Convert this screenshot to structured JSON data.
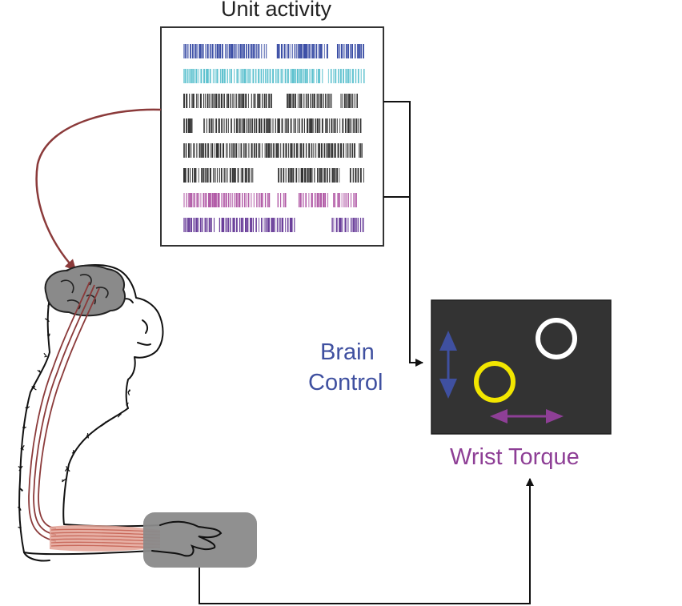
{
  "title": "Unit activity",
  "labels": {
    "brain_line1": "Brain",
    "brain_line2": "Control",
    "wrist": "Wrist Torque"
  },
  "colors": {
    "brain_control": "#3f50a0",
    "wrist_torque": "#8e3f96",
    "raster_rows": [
      "#3c4fa6",
      "#5fc2cf",
      "#333333",
      "#333333",
      "#333333",
      "#333333",
      "#b15aa6",
      "#6a3f9a"
    ],
    "screen_bg": "#333333",
    "target": "#ffffff",
    "cursor": "#f2e600",
    "nerve": "#8b3a3a",
    "muscle": "#d98474",
    "manipulandum": "#8a8a8a"
  },
  "icons": [
    "monkey-outline-icon",
    "brain-icon",
    "up-down-arrow-icon",
    "left-right-arrow-icon",
    "target-ring-icon",
    "cursor-ring-icon"
  ]
}
